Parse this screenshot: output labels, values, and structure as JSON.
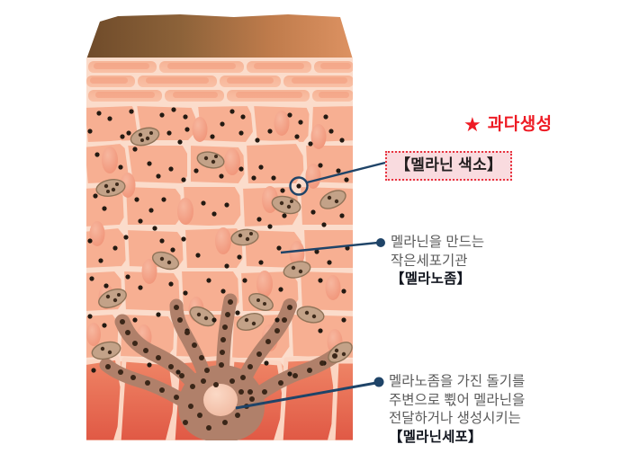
{
  "diagram": {
    "title": "melanin-skin-cross-section",
    "colors": {
      "surface_dark": "#7d5731",
      "surface_light": "#d98e5c",
      "cell_fill": "#f7af92",
      "cell_fill_light": "#f9bda3",
      "cell_border": "#fbdccb",
      "nucleus": "#f39f84",
      "basal_layer": "#e4604a",
      "basal_layer_light": "#ec7b5d",
      "melanocyte": "#b0806a",
      "melanosome": "#c0a086",
      "granule": "#3f2b1c",
      "leader_line": "#1f4468",
      "accent_red": "#ee1b24",
      "box_bg": "#f9dbdf",
      "box_border": "#e8333f",
      "body_text": "#5b5b5b",
      "strong_text": "#12161f"
    }
  },
  "annotations": {
    "overproduction": {
      "icon": "star-icon",
      "star_glyph": "★",
      "label": "과다생성"
    },
    "pigment_box": {
      "label": "【멜라닌 색소】"
    },
    "melanosome": {
      "lines": [
        "멜라닌을 만드는",
        "작은세포기관"
      ],
      "term": "【멜라노좀】"
    },
    "melanocyte": {
      "lines": [
        "멜라노좀을 가진 돌기를",
        "주변으로 뾗어 멜라닌을",
        "전달하거나 생성시키는"
      ],
      "term": "【멜라닌세포】"
    }
  }
}
